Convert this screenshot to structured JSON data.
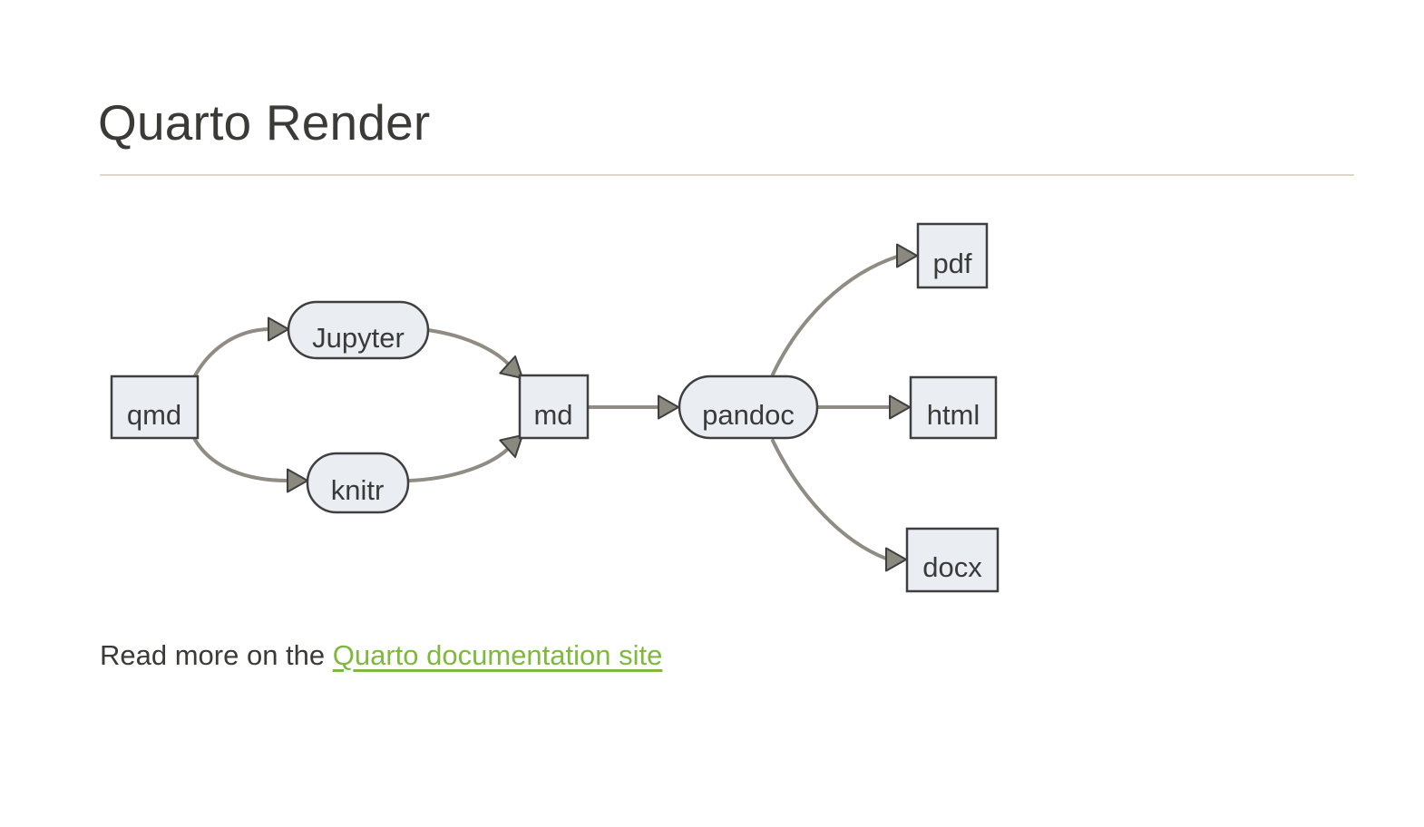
{
  "page": {
    "title": "Quarto Render"
  },
  "footer": {
    "prefix": "Read more on the ",
    "link_label": "Quarto documentation site"
  },
  "diagram": {
    "type": "flowchart",
    "direction": "left-to-right",
    "nodes": [
      {
        "id": "qmd",
        "label": "qmd",
        "shape": "rect"
      },
      {
        "id": "jupyter",
        "label": "Jupyter",
        "shape": "stadium"
      },
      {
        "id": "knitr",
        "label": "knitr",
        "shape": "stadium"
      },
      {
        "id": "md",
        "label": "md",
        "shape": "rect"
      },
      {
        "id": "pandoc",
        "label": "pandoc",
        "shape": "stadium"
      },
      {
        "id": "pdf",
        "label": "pdf",
        "shape": "rect"
      },
      {
        "id": "html",
        "label": "html",
        "shape": "rect"
      },
      {
        "id": "docx",
        "label": "docx",
        "shape": "rect"
      }
    ],
    "edges": [
      {
        "from": "qmd",
        "to": "jupyter"
      },
      {
        "from": "qmd",
        "to": "knitr"
      },
      {
        "from": "jupyter",
        "to": "md"
      },
      {
        "from": "knitr",
        "to": "md"
      },
      {
        "from": "md",
        "to": "pandoc"
      },
      {
        "from": "pandoc",
        "to": "pdf"
      },
      {
        "from": "pandoc",
        "to": "html"
      },
      {
        "from": "pandoc",
        "to": "docx"
      }
    ],
    "colors": {
      "node_fill": "#eaedf2",
      "node_border": "#3f3f3f",
      "edge_stroke": "#908c83",
      "arrow_fill": "#8b887e",
      "node_text": "#3a3a3a",
      "title_text": "#3b3a37",
      "link_green": "#7eb93e",
      "divider": "#ded8cc",
      "background": "#ffffff"
    }
  }
}
